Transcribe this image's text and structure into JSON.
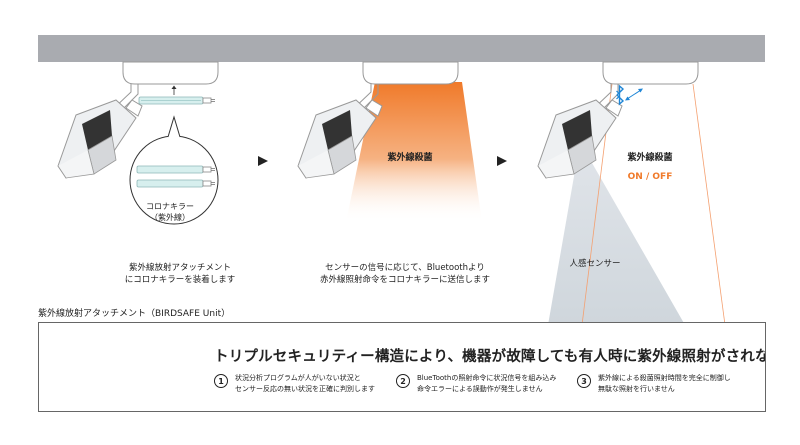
{
  "diagram": {
    "step1": {
      "lamp_label_line1": "コロナキラー",
      "lamp_label_line2": "（紫外線）",
      "caption_line1": "紫外線放射アタッチメント",
      "caption_line2": "にコロナキラーを装着します"
    },
    "step2": {
      "uv_label": "紫外線殺菌",
      "caption_line1": "センサーの信号に応じて、Bluetoothより",
      "caption_line2": "赤外線照射命令をコロナキラーに送信します"
    },
    "step3": {
      "uv_label": "紫外線殺菌",
      "status_label": "ON / OFF",
      "sensor_label": "人感センサー"
    },
    "colors": {
      "uv_orange": "#f07a2a",
      "ceiling": "#a9abb0",
      "bluetooth": "#1f86d6"
    }
  },
  "unit_section": {
    "title": "紫外線放射アタッチメント（BIRDSAFE Unit）",
    "headline": "トリプルセキュリティー構造により、機器が故障しても有人時に紫外線照射がされない安全設計",
    "features": [
      {
        "num": "1",
        "line1": "状況分析プログラムが人がいない状況と",
        "line2": "センサー反応の無い状況を正確に判別します"
      },
      {
        "num": "2",
        "line1": "BlueToothの照射命令に状況信号を組み込み",
        "line2": "命令エラーによる誤動作が発生しません"
      },
      {
        "num": "3",
        "line1": "紫外線による殺菌照射時間を完全に制御し",
        "line2": "無駄な照射を行いません"
      }
    ]
  }
}
